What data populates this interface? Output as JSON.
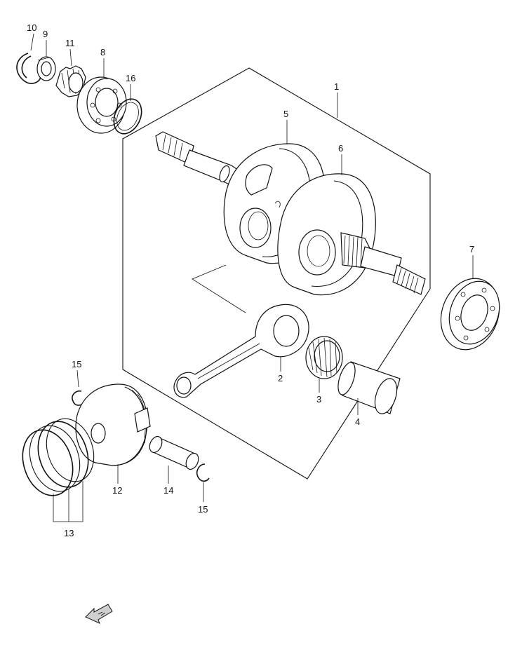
{
  "labels": {
    "p1": "1",
    "p2": "2",
    "p3": "3",
    "p4": "4",
    "p5": "5",
    "p6": "6",
    "p7": "7",
    "p8": "8",
    "p9": "9",
    "p10": "10",
    "p11": "11",
    "p12": "12",
    "p13": "13",
    "p14": "14",
    "p15": "15",
    "p16": "16"
  },
  "icons": [
    "forward-arrow-icon"
  ],
  "colors": {
    "line": "#111111",
    "background": "#ffffff",
    "arrow_fill": "#cfcfcf"
  }
}
